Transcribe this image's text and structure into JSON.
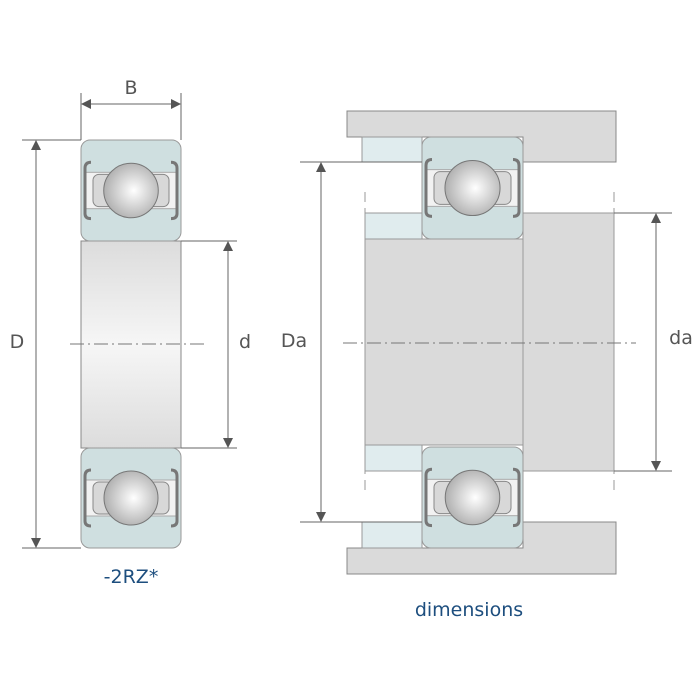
{
  "labels": {
    "B": "B",
    "D": "D",
    "d": "d",
    "Da": "Da",
    "da": "da"
  },
  "captions": {
    "variant": "-2RZ*",
    "dimensions": "dimensions"
  },
  "colors": {
    "ring": "#cfdfe0",
    "housing": "#dadada",
    "spacer": "#e0ecee",
    "caption": "#1d4e7e",
    "line": "#666666"
  }
}
